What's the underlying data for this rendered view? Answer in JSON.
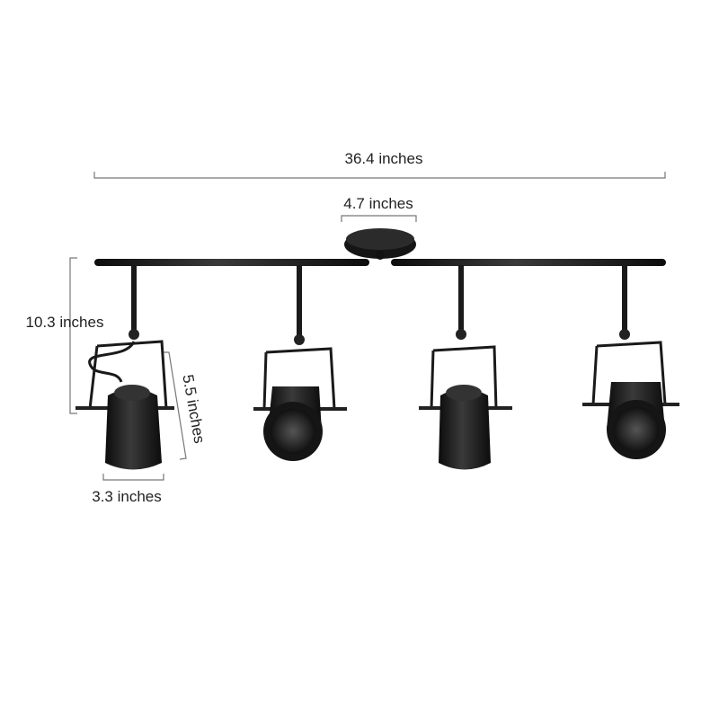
{
  "dimensions": {
    "overall_length": "36.4 inches",
    "canopy_diameter": "4.7 inches",
    "height": "10.3 inches",
    "shade_length": "5.5 inches",
    "shade_diameter": "3.3 inches"
  },
  "colors": {
    "fixture": "#1a1a1a",
    "dimension_line": "#777777",
    "background": "#ffffff"
  }
}
